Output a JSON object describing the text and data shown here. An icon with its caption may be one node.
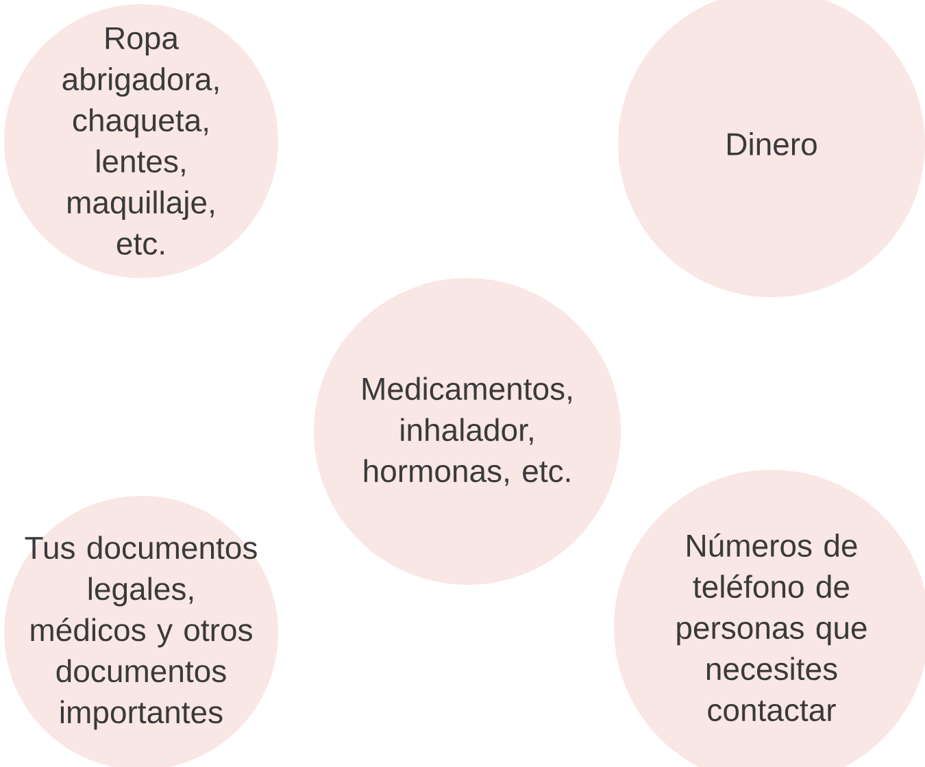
{
  "diagram": {
    "nodes": [
      {
        "text": [
          "Ropa abrigadora, chaqueta, lentes, maquillaje, etc."
        ]
      },
      {
        "text": [
          "Dinero"
        ]
      },
      {
        "text": [
          "Medicamentos, inhalador, hormonas, etc."
        ]
      },
      {
        "text": [
          "Tus documentos legales, médicos y otros documentos importantes"
        ]
      },
      {
        "text": [
          "Números de teléfono de personas que necesites contactar"
        ]
      }
    ]
  }
}
